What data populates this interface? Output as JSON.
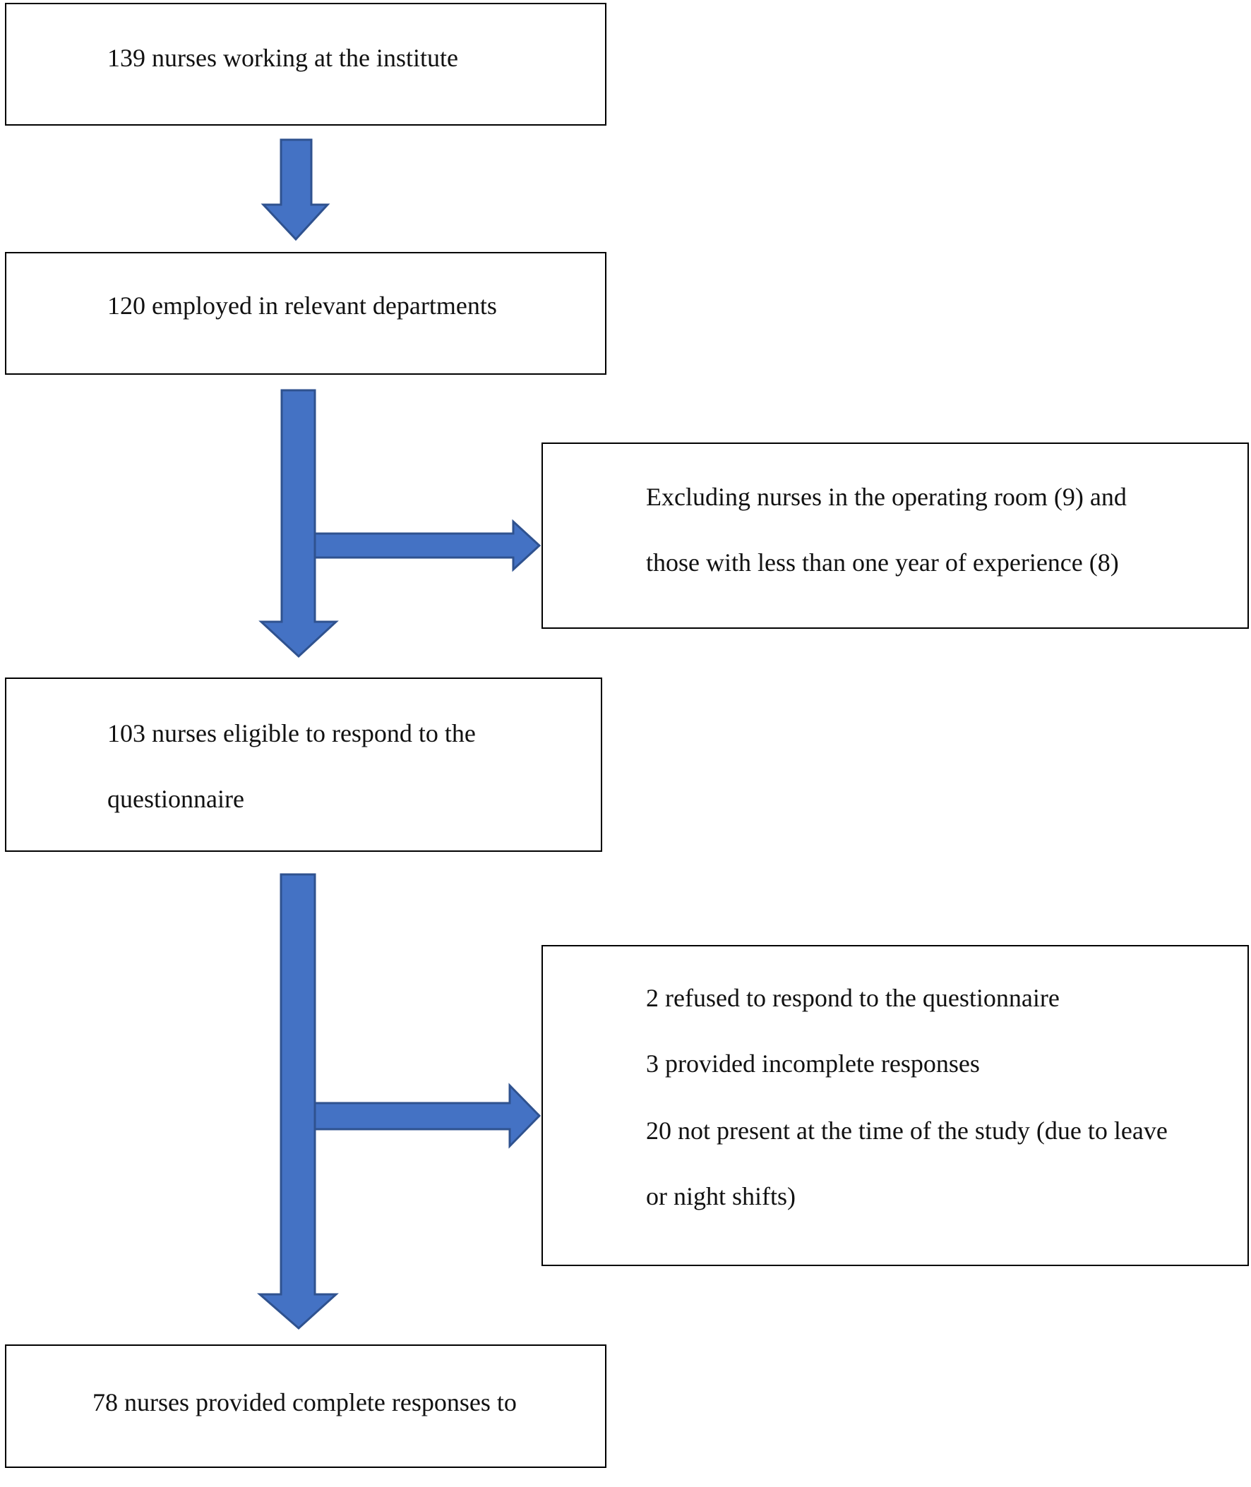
{
  "diagram": {
    "type": "flowchart",
    "colors": {
      "arrow_fill": "#4472C4",
      "arrow_stroke": "#2F528F",
      "box_border": "#000000"
    },
    "boxes": {
      "box1": {
        "lines": [
          "139 nurses working at the institute"
        ]
      },
      "box2": {
        "lines": [
          "120 employed in relevant departments"
        ]
      },
      "exclusion1": {
        "lines": [
          "Excluding nurses in the operating room (9) and",
          "those with less than one year of experience (8)"
        ]
      },
      "box3": {
        "lines": [
          "103 nurses eligible to respond to the",
          "questionnaire"
        ]
      },
      "exclusion2": {
        "lines": [
          "2 refused to respond to the questionnaire",
          "3 provided incomplete responses",
          "20 not present at the time of the study (due to leave",
          "or night shifts)"
        ]
      },
      "box4": {
        "lines": [
          "78 nurses provided complete responses to"
        ]
      }
    },
    "connections": [
      {
        "from": "box1",
        "to": "box2"
      },
      {
        "from": "box2",
        "to": "box3"
      },
      {
        "from": "box2",
        "to": "exclusion1"
      },
      {
        "from": "box3",
        "to": "box4"
      },
      {
        "from": "box3",
        "to": "exclusion2"
      }
    ]
  }
}
